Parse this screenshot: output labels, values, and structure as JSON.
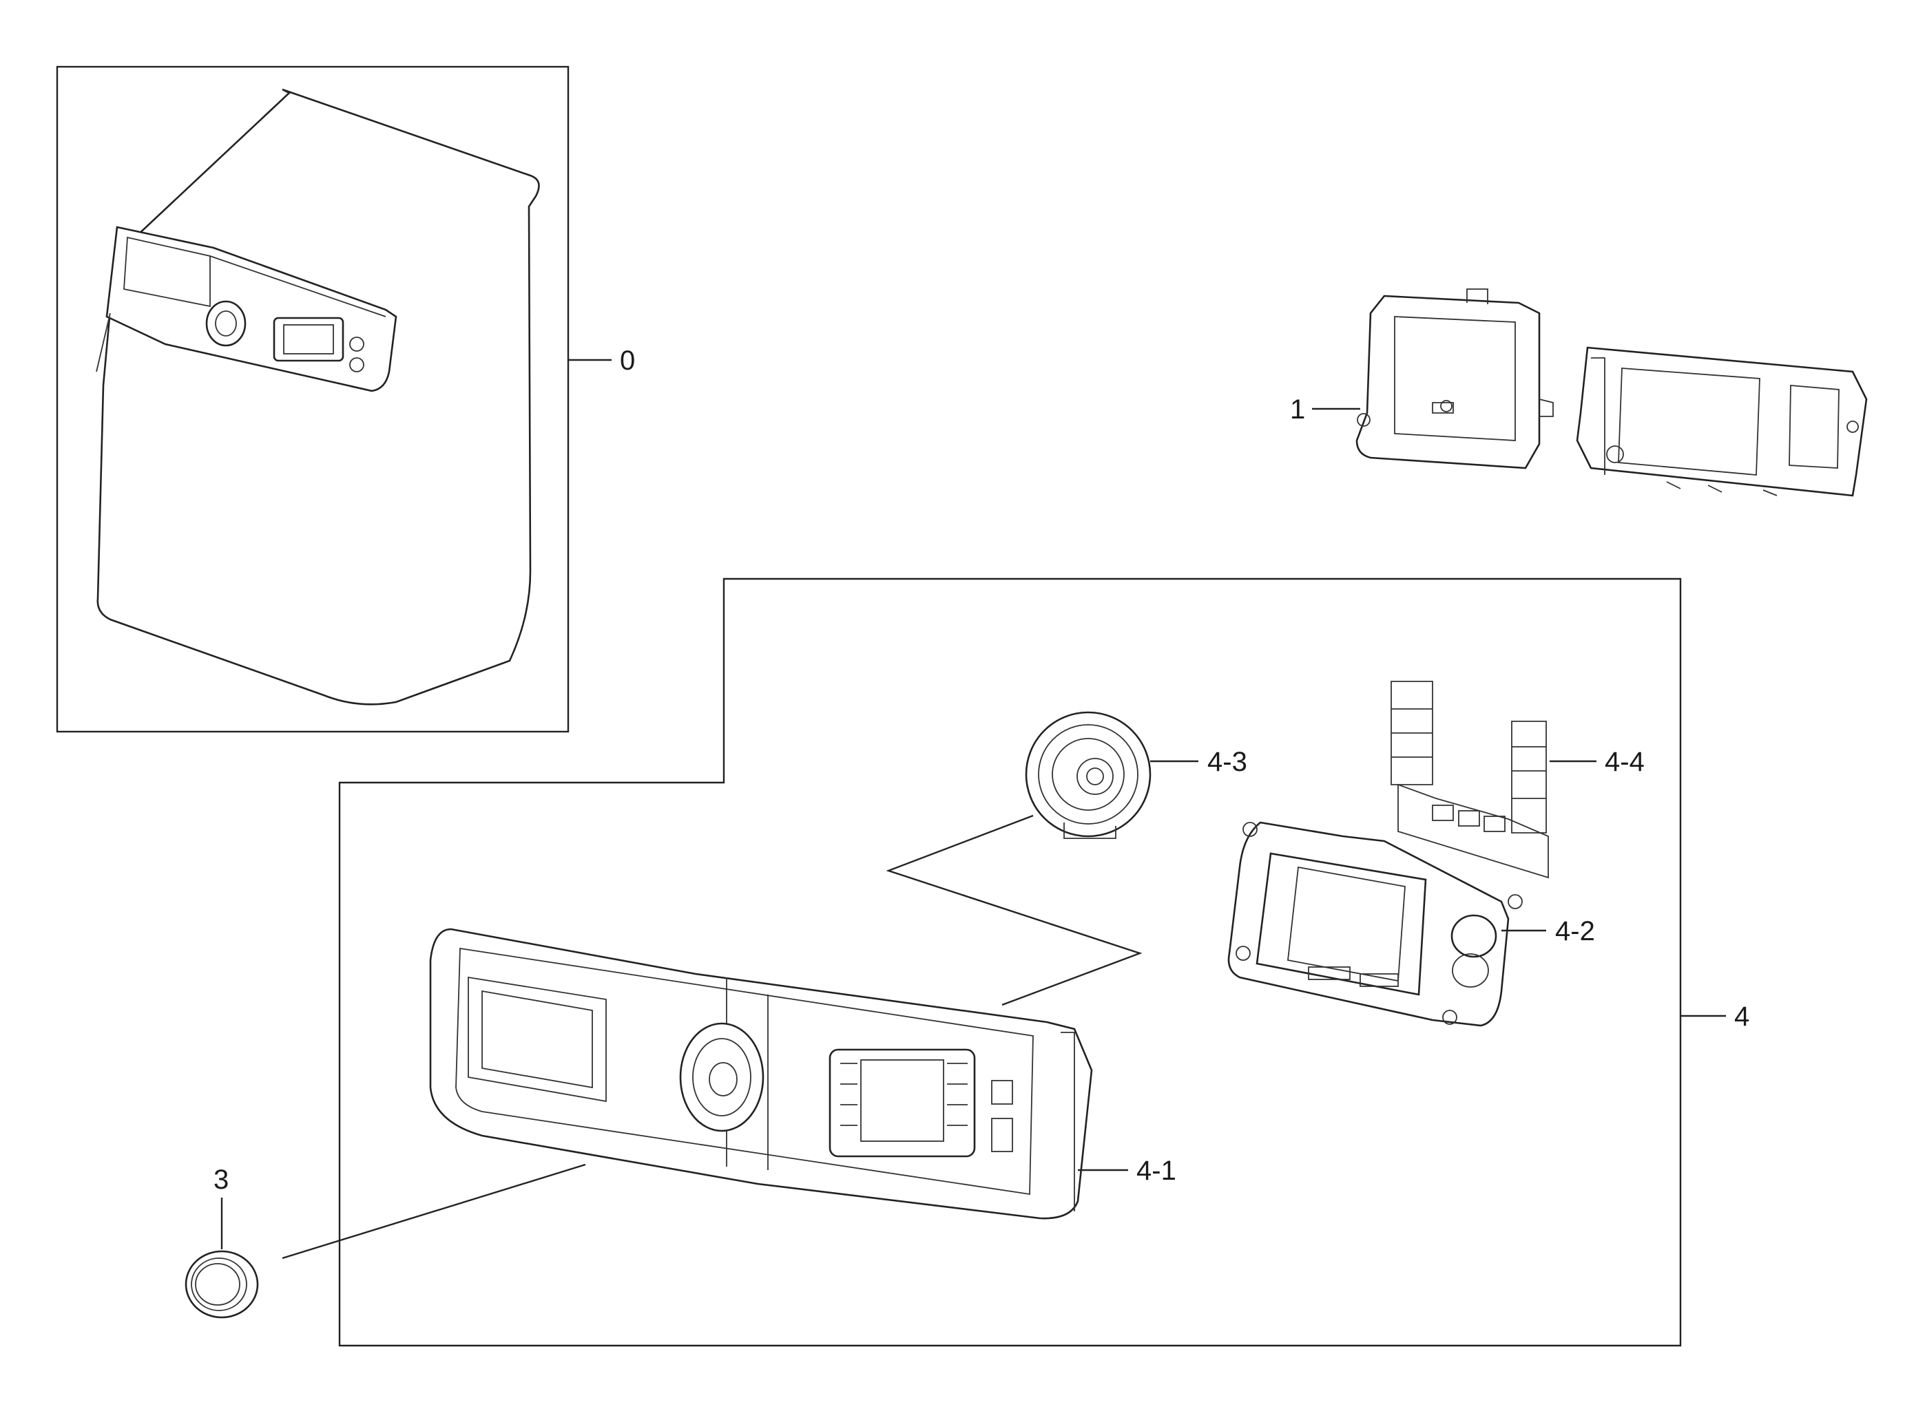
{
  "diagram": {
    "callouts": [
      {
        "id": "0",
        "text": "0"
      },
      {
        "id": "1",
        "text": "1"
      },
      {
        "id": "3",
        "text": "3"
      },
      {
        "id": "4",
        "text": "4"
      },
      {
        "id": "4-1",
        "text": "4-1"
      },
      {
        "id": "4-2",
        "text": "4-2"
      },
      {
        "id": "4-3",
        "text": "4-3"
      },
      {
        "id": "4-4",
        "text": "4-4"
      }
    ]
  }
}
